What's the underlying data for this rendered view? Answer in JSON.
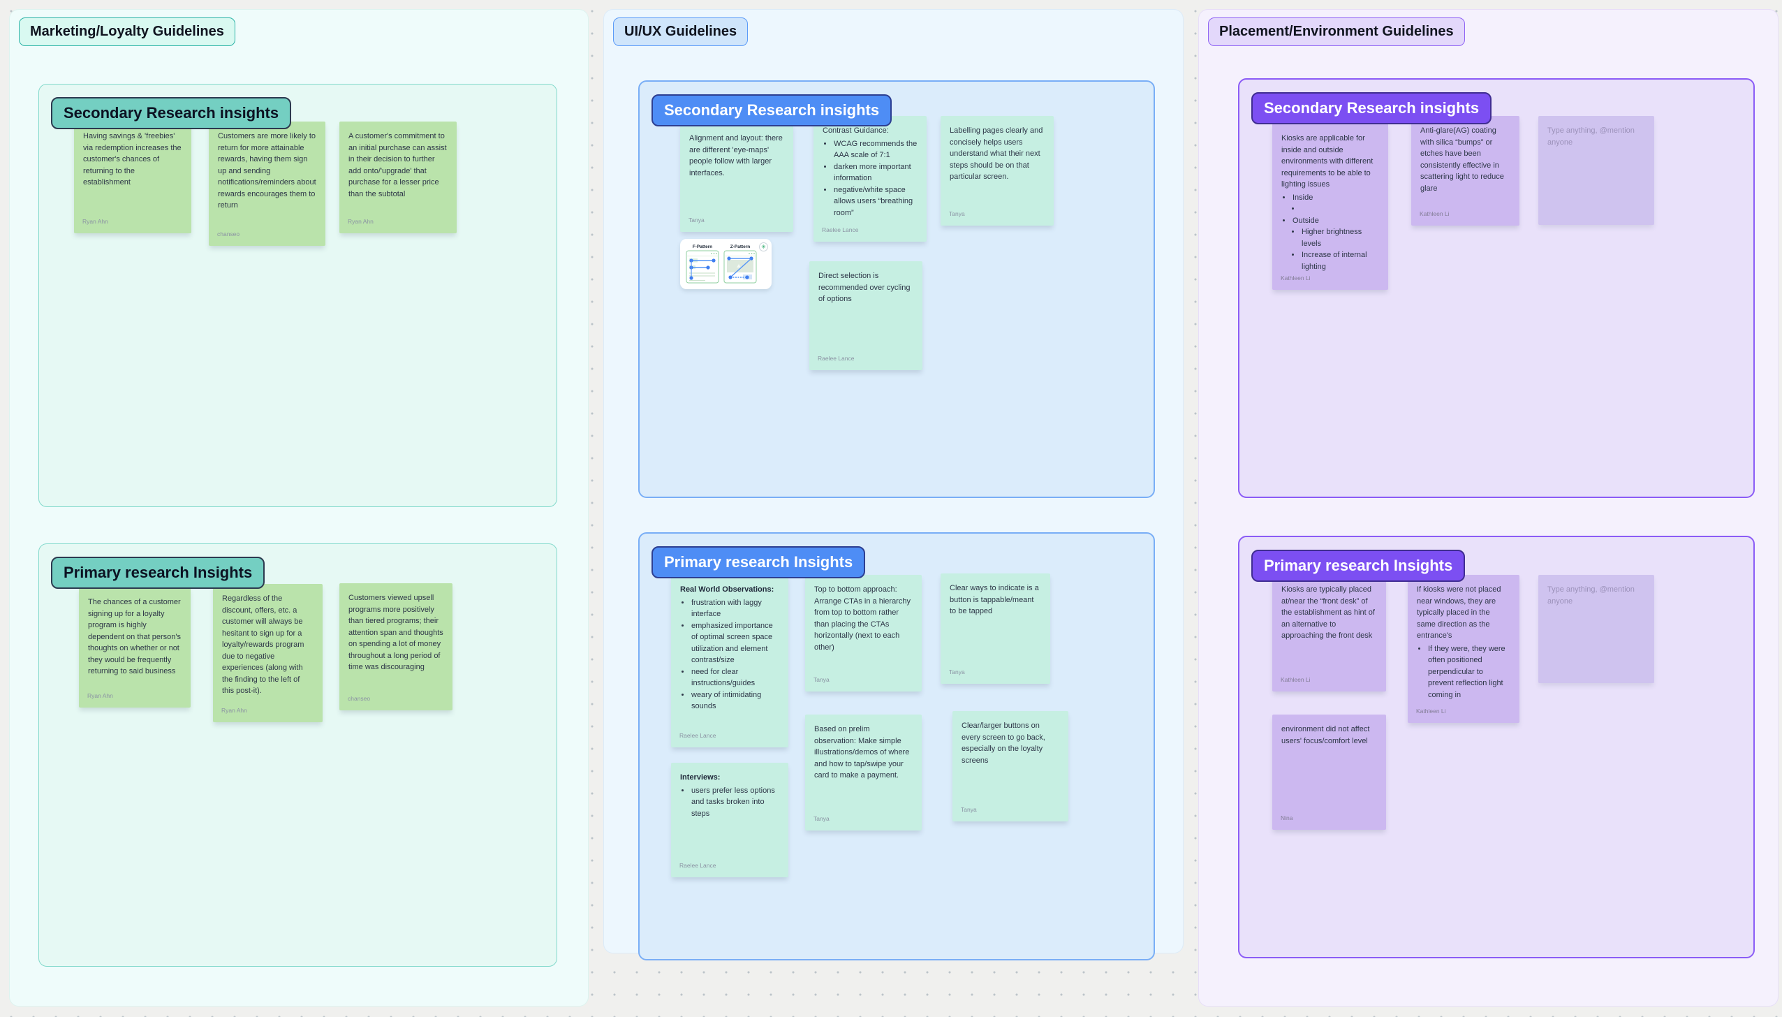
{
  "theme": {
    "canvas_bg": "#f0f0ee",
    "marketing": {
      "frame_bg": "#effcfb",
      "section_bg": "#e6f9f4",
      "section_border": "#82d9cb",
      "chip_bg": "#74cfc2",
      "note_bg": "#bae3ab",
      "title_bg": "#d9f9f1",
      "title_border": "#2cb3a6"
    },
    "uiux": {
      "frame_bg": "#edf7fe",
      "section_bg": "#dbecfb",
      "section_border": "#79aef6",
      "chip_bg": "#4e8df5",
      "note_bg": "#c6efe2",
      "title_bg": "#cfe5fb",
      "title_border": "#5b9bf8"
    },
    "placement": {
      "frame_bg": "#f5f1fd",
      "section_bg": "#e9e1fa",
      "section_border": "#8b5cf6",
      "chip_bg": "#7c4ff2",
      "note_bg": "#ccb8f0",
      "title_bg": "#e3d8fb",
      "title_border": "#8f63f4"
    }
  },
  "board": {
    "columns": [
      {
        "title": "Marketing/Loyalty Guidelines",
        "sections": [
          {
            "title": "Secondary Research insights",
            "notes": [
              {
                "text": "Having savings & 'freebies' via redemption increases the customer's chances of returning to the establishment",
                "author": "Ryan Ahn"
              },
              {
                "text": "Customers are more likely to return for more attainable rewards, having them sign up and sending notifications/reminders about rewards encourages them to return",
                "author": "chanseo"
              },
              {
                "text": "A customer's commitment to an initial purchase can assist in their decision to further add onto/'upgrade' that purchase for a lesser price than the subtotal",
                "author": "Ryan Ahn"
              }
            ]
          },
          {
            "title": "Primary research Insights",
            "notes": [
              {
                "text": "The chances of a customer signing up for a loyalty program is highly dependent on that person's thoughts on whether or not they would be frequently returning to said business",
                "author": "Ryan Ahn"
              },
              {
                "text": "Regardless of the discount, offers, etc. a customer will always be hesitant to sign up for a loyalty/rewards program due to negative experiences (along with the finding to the left of this post-it).",
                "author": "Ryan Ahn"
              },
              {
                "text": "Customers viewed upsell programs more positively than tiered programs; their attention span and thoughts on spending a lot of money throughout a long period of time was discouraging",
                "author": "chanseo"
              }
            ]
          }
        ]
      },
      {
        "title": "UI/UX Guidelines",
        "sections": [
          {
            "title": "Secondary Research insights",
            "notes": [
              {
                "text": "Alignment and layout: there are different 'eye-maps' people follow with larger interfaces.",
                "author": "Tanya"
              },
              {
                "heading": "Contrast Guidance:",
                "bullets": [
                  "WCAG recommends the AAA scale of 7:1",
                  "darken more important information",
                  "negative/white space allows users “breathing room”"
                ],
                "author": "Raelee Lance"
              },
              {
                "text": "Labelling pages clearly and concisely helps users understand what their next steps should be on that particular screen.",
                "author": "Tanya"
              },
              {
                "text": "Direct selection is recommended over cycling of options",
                "author": "Raelee Lance"
              }
            ],
            "image_card": {
              "labels": [
                "F-Pattern",
                "Z-Pattern"
              ],
              "icon": "sparkle-icon",
              "sparkle_glyph": "✳"
            }
          },
          {
            "title": "Primary research Insights",
            "notes": [
              {
                "heading": "Real World Observations:",
                "bullets": [
                  "frustration with laggy interface",
                  "emphasized importance of optimal screen space utilization and element contrast/size",
                  "need for clear instructions/guides",
                  "weary of intimidating sounds"
                ],
                "author": "Raelee Lance"
              },
              {
                "text": "Top to bottom approach: Arrange CTAs in a hierarchy from top to bottom rather than placing the CTAs horizontally (next to each other)",
                "author": "Tanya"
              },
              {
                "text": "Clear ways to indicate is a button is tappable/meant to be tapped",
                "author": "Tanya"
              },
              {
                "text": "Based on prelim observation: Make simple illustrations/demos of where and how to tap/swipe your card to make a payment.",
                "author": "Tanya"
              },
              {
                "text": "Clear/larger buttons on every screen to go back, especially on the loyalty screens",
                "author": "Tanya"
              },
              {
                "heading": "Interviews:",
                "bullets": [
                  "users prefer less options and tasks broken into steps"
                ],
                "author": "Raelee Lance"
              }
            ]
          }
        ]
      },
      {
        "title": "Placement/Environment Guidelines",
        "sections": [
          {
            "title": "Secondary Research insights",
            "notes": [
              {
                "text": "Kiosks are applicable for inside and outside environments with different requirements to be able to lighting issues",
                "nested_bullets": [
                  {
                    "label": "Inside",
                    "sub": [
                      ""
                    ]
                  },
                  {
                    "label": "Outside",
                    "sub": [
                      "Higher brightness levels",
                      "Increase of internal lighting"
                    ]
                  }
                ],
                "author": "Kathleen Li"
              },
              {
                "text": "Anti-glare(AG) coating with silica “bumps” or etches have been consistently effective in scattering light to reduce glare",
                "author": "Kathleen Li"
              },
              {
                "placeholder": "Type anything, @mention anyone"
              }
            ]
          },
          {
            "title": "Primary research Insights",
            "notes": [
              {
                "text": "Kiosks are typically placed at/near the “front desk” of the establishment as hint of an alternative to approaching the front desk",
                "author": "Kathleen Li"
              },
              {
                "text": "If kiosks were not placed near windows, they are typically placed in the same direction as the entrance's",
                "bullets": [
                  "If they were, they were often positioned perpendicular to prevent reflection light coming in"
                ],
                "author": "Kathleen Li"
              },
              {
                "placeholder": "Type anything, @mention anyone"
              },
              {
                "text": "environment did not affect users' focus/comfort level",
                "author": "Nina"
              }
            ]
          }
        ]
      }
    ]
  }
}
